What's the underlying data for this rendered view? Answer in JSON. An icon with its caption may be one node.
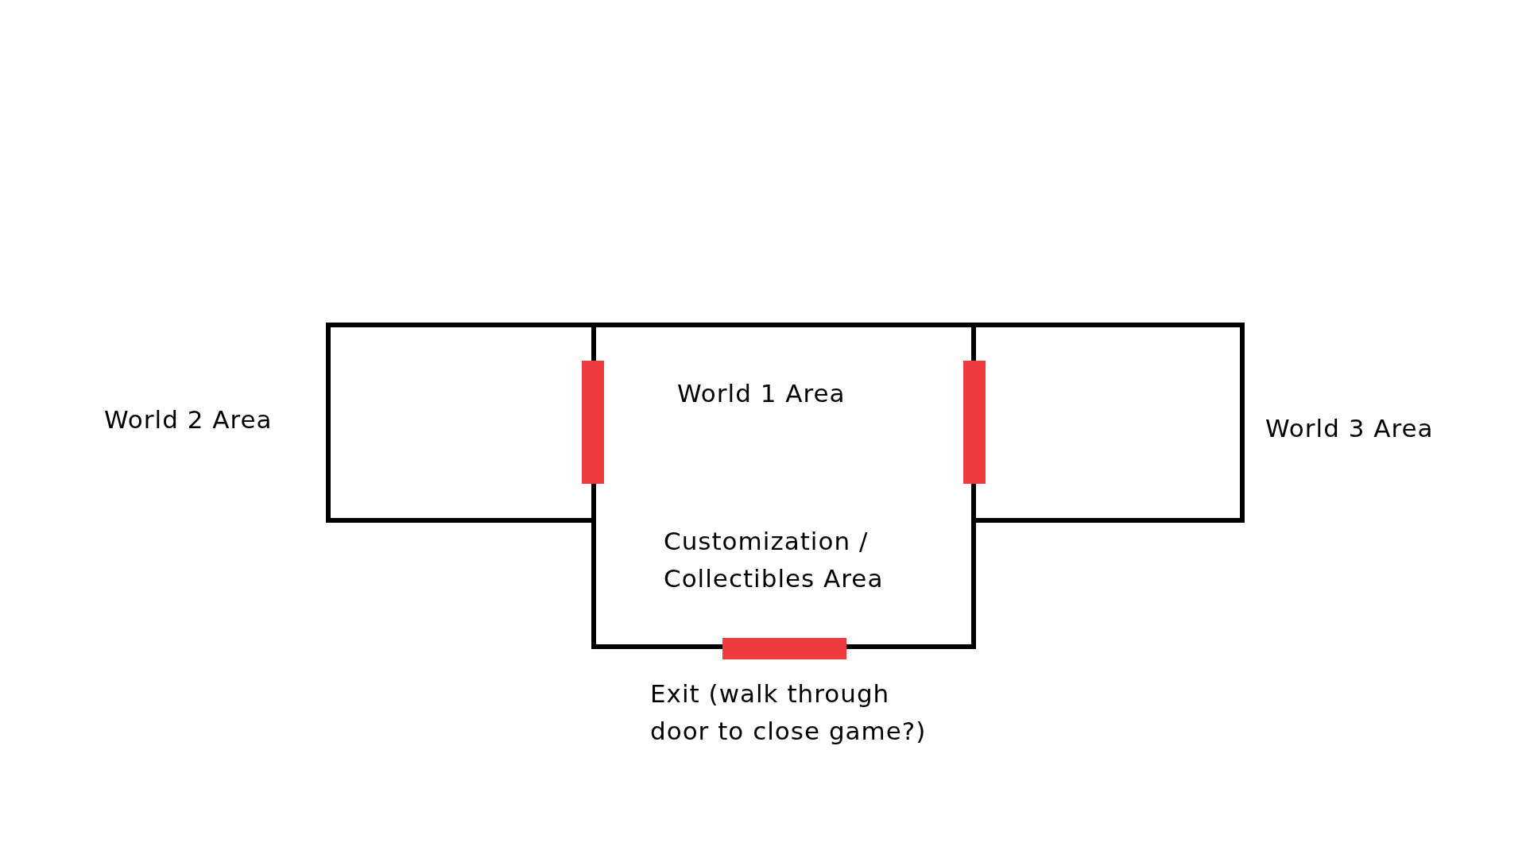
{
  "diagram": {
    "nodes": [
      {
        "text": [
          "World 2 Area"
        ]
      },
      {
        "text": [],
        "shape": "bar"
      },
      {
        "text": [
          "World 1 Area",
          "Customization / Collectibles Area"
        ]
      },
      {
        "text": [],
        "shape": "bar"
      },
      {
        "text": [
          "World 3 Area"
        ]
      },
      {
        "text": [],
        "shape": "bar",
        "beside": [
          "Exit (walk through door to close game?)"
        ]
      }
    ],
    "edges": []
  }
}
